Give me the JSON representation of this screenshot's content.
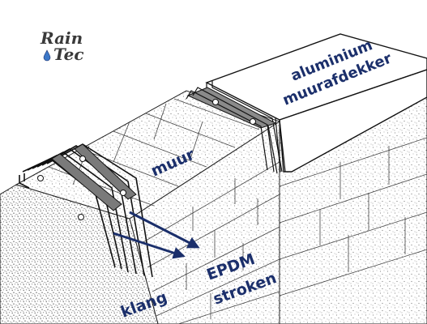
{
  "logo": {
    "line1": "Rain",
    "line2": "Tec"
  },
  "labels": {
    "muur": "muur",
    "cap_line1": "aluminium",
    "cap_line2": "muurafdekker",
    "klang": "klang",
    "epdm_line1": "EPDM",
    "epdm_line2": "stroken"
  },
  "colors": {
    "label": "#1b2f6b",
    "arrow": "#1b2f6b",
    "strip": "#7a7a7a",
    "outline": "#111111"
  }
}
